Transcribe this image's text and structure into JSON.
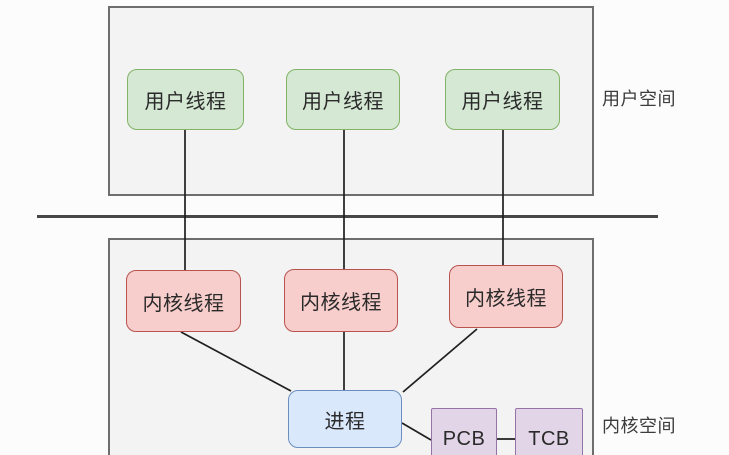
{
  "diagram": {
    "title": "one-to-one user thread to kernel thread mapping",
    "user_space": {
      "label": "用户空间",
      "user_threads": [
        {
          "label": "用户线程"
        },
        {
          "label": "用户线程"
        },
        {
          "label": "用户线程"
        }
      ]
    },
    "kernel_space": {
      "label": "内核空间",
      "kernel_threads": [
        {
          "label": "内核线程"
        },
        {
          "label": "内核线程"
        },
        {
          "label": "内核线程"
        }
      ],
      "process": {
        "label": "进程"
      },
      "pcb": {
        "label": "PCB"
      },
      "tcb": {
        "label": "TCB"
      }
    },
    "edges": [
      {
        "from": "user-thread-1",
        "to": "kernel-thread-1"
      },
      {
        "from": "user-thread-2",
        "to": "kernel-thread-2"
      },
      {
        "from": "user-thread-3",
        "to": "kernel-thread-3"
      },
      {
        "from": "kernel-thread-1",
        "to": "process"
      },
      {
        "from": "kernel-thread-2",
        "to": "process"
      },
      {
        "from": "kernel-thread-3",
        "to": "process"
      },
      {
        "from": "process",
        "to": "pcb"
      },
      {
        "from": "pcb",
        "to": "tcb"
      }
    ],
    "colors": {
      "user_thread_fill": "#d5e8d4",
      "user_thread_border": "#82b366",
      "kernel_thread_fill": "#f8cecc",
      "kernel_thread_border": "#b85450",
      "process_fill": "#dae8fc",
      "process_border": "#6c8ebf",
      "pcb_fill": "#e1d5e7",
      "pcb_border": "#9673a6",
      "container_fill": "#f3f3f3",
      "container_border": "#6e6e6e",
      "divider": "#474747",
      "line": "#1f1f1f"
    }
  }
}
